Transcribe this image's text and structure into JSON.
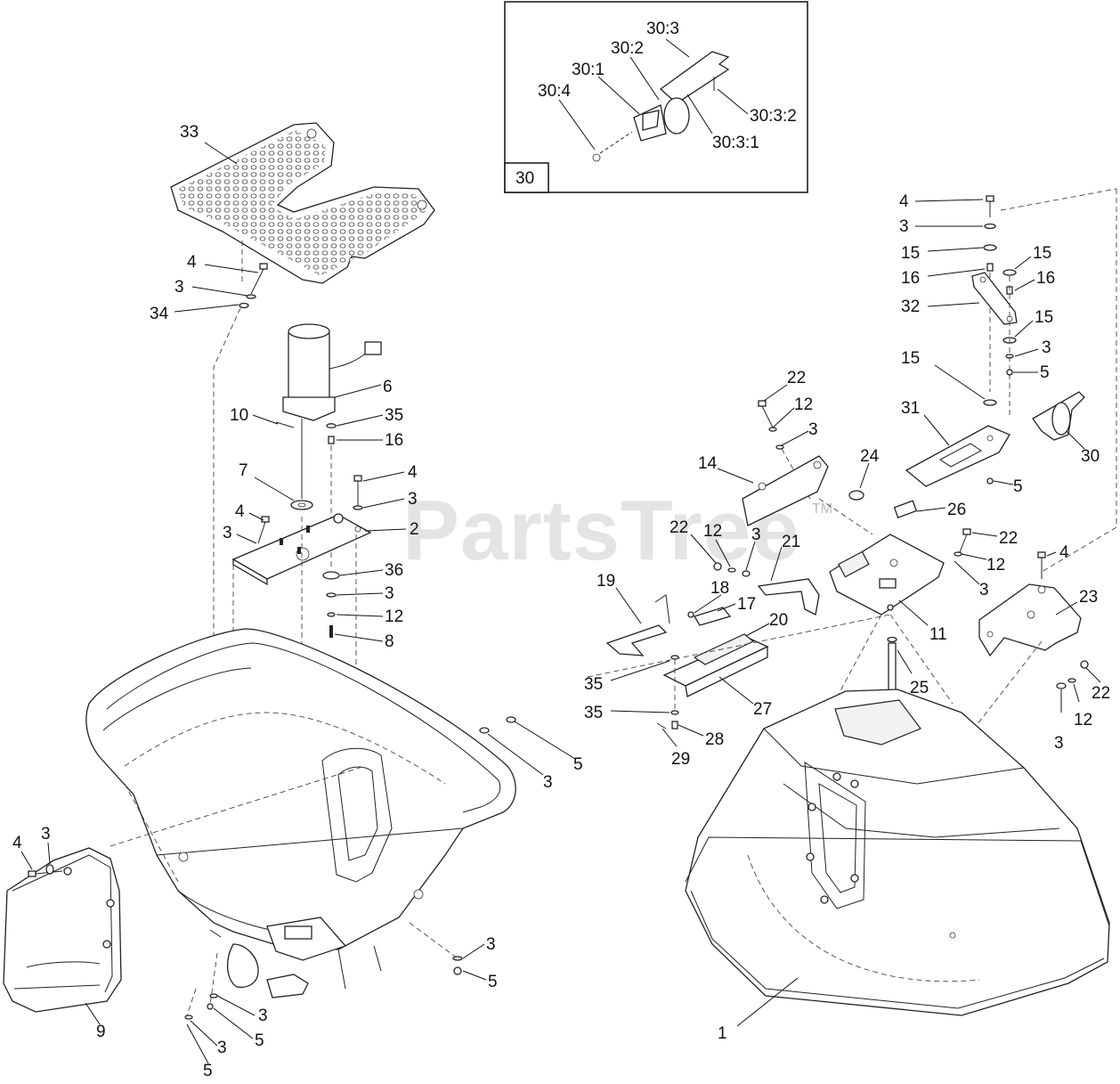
{
  "watermark": {
    "text": "PartsTree",
    "tm": "TM"
  },
  "inset": {
    "box_label": "30",
    "labels": [
      "30:3",
      "30:2",
      "30:1",
      "30:4",
      "30:3:2",
      "30:3:1"
    ]
  },
  "callouts": {
    "c33": "33",
    "c4a": "4",
    "c3a": "3",
    "c34": "34",
    "c6": "6",
    "c10": "10",
    "c35a": "35",
    "c16a": "16",
    "c7": "7",
    "c4b": "4",
    "c3b": "3",
    "c4c": "4",
    "c3c": "3",
    "c2": "2",
    "c36": "36",
    "c3d": "3",
    "c12a": "12",
    "c8": "8",
    "c3e": "3",
    "c5a": "5",
    "c4d": "4",
    "c3f": "3",
    "c9": "9",
    "c3g": "3",
    "c5b": "5",
    "c3h": "3",
    "c5c": "5",
    "c3i": "3",
    "c5d": "5",
    "c4e": "4",
    "c3j": "3",
    "c15a": "15",
    "c16b": "16",
    "c32": "32",
    "c15b": "15",
    "c16c": "16",
    "c15c": "15",
    "c3k": "3",
    "c5e": "5",
    "c15d": "15",
    "c31": "31",
    "c30": "30",
    "c5f": "5",
    "c22a": "22",
    "c12b": "12",
    "c3l": "3",
    "c14": "14",
    "c24": "24",
    "c26": "26",
    "c22b": "22",
    "c12c": "12",
    "c3m": "3",
    "c21": "21",
    "c22c": "22",
    "c12d": "12",
    "c3n": "3",
    "c4f": "4",
    "c19": "19",
    "c18": "18",
    "c17": "17",
    "c20": "20",
    "c23": "23",
    "c11": "11",
    "c35b": "35",
    "c35c": "35",
    "c27": "27",
    "c25": "25",
    "c28": "28",
    "c29": "29",
    "c3o": "3",
    "c12e": "12",
    "c22d": "22",
    "c1": "1"
  }
}
